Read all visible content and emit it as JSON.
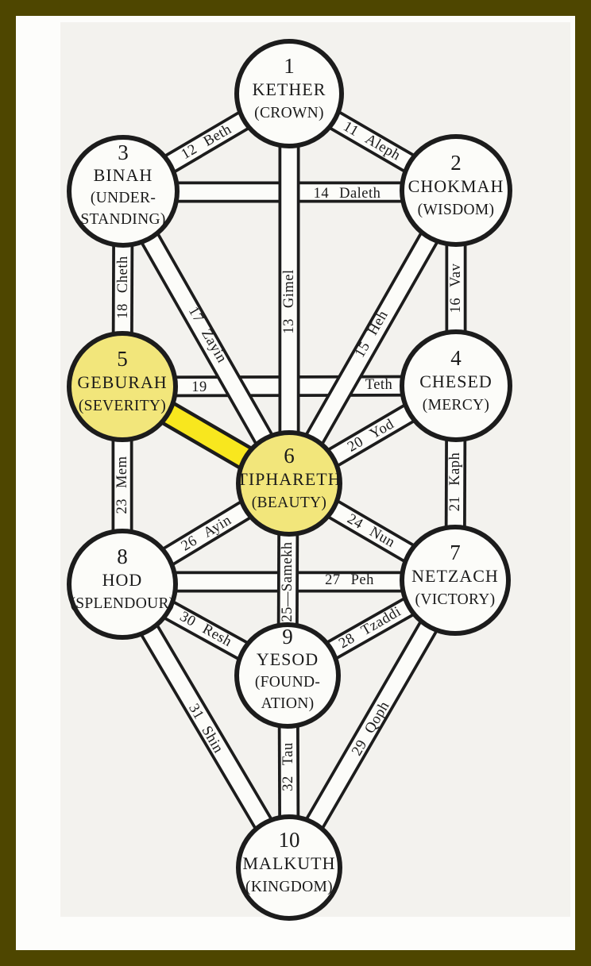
{
  "frame": {
    "border_color": "#4e4600",
    "page_color": "#fdfdfb",
    "scan_color": "#f3f2ee"
  },
  "colors": {
    "ink": "#1c1c1c",
    "band_fill": "#fcfcf9",
    "highlight_node_fill": "#f2e67b",
    "highlight_node_text": "#6d6712",
    "highlight_path_fill": "#f8e71e"
  },
  "sephiroth": [
    {
      "number": "1",
      "name": "KETHER",
      "lines": [
        "(CROWN)"
      ],
      "highlighted": false
    },
    {
      "number": "2",
      "name": "CHOKMAH",
      "lines": [
        "(WISDOM)"
      ],
      "highlighted": false
    },
    {
      "number": "3",
      "name": "BINAH",
      "lines": [
        "(UNDER-",
        "STANDING)"
      ],
      "highlighted": false
    },
    {
      "number": "4",
      "name": "CHESED",
      "lines": [
        "(MERCY)"
      ],
      "highlighted": false
    },
    {
      "number": "5",
      "name": "GEBURAH",
      "lines": [
        "(SEVERITY)"
      ],
      "highlighted": true
    },
    {
      "number": "6",
      "name": "TIPHARETH",
      "lines": [
        "(BEAUTY)"
      ],
      "highlighted": true
    },
    {
      "number": "7",
      "name": "NETZACH",
      "lines": [
        "(VICTORY)"
      ],
      "highlighted": false
    },
    {
      "number": "8",
      "name": "HOD",
      "lines": [
        "(SPLENDOUR)"
      ],
      "highlighted": false
    },
    {
      "number": "9",
      "name": "YESOD",
      "lines": [
        "(FOUND-",
        "ATION)"
      ],
      "highlighted": false
    },
    {
      "number": "10",
      "name": "MALKUTH",
      "lines": [
        "(KINGDOM)"
      ],
      "highlighted": false
    }
  ],
  "paths": [
    {
      "number": "11",
      "letter": "Aleph",
      "from": "Kether",
      "to": "Chokmah",
      "highlighted": false
    },
    {
      "number": "12",
      "letter": "Beth",
      "from": "Kether",
      "to": "Binah",
      "highlighted": false
    },
    {
      "number": "13",
      "letter": "Gimel",
      "from": "Kether",
      "to": "Tiphareth",
      "highlighted": false
    },
    {
      "number": "14",
      "letter": "Daleth",
      "from": "Binah",
      "to": "Chokmah",
      "highlighted": false
    },
    {
      "number": "15",
      "letter": "Heh",
      "from": "Chokmah",
      "to": "Tiphareth",
      "highlighted": false
    },
    {
      "number": "16",
      "letter": "Vav",
      "from": "Chokmah",
      "to": "Chesed",
      "highlighted": false
    },
    {
      "number": "17",
      "letter": "Zayin",
      "from": "Binah",
      "to": "Tiphareth",
      "highlighted": false
    },
    {
      "number": "18",
      "letter": "Cheth",
      "from": "Binah",
      "to": "Geburah",
      "highlighted": false
    },
    {
      "number": "19",
      "letter": "Teth",
      "from": "Geburah",
      "to": "Chesed",
      "highlighted": false
    },
    {
      "number": "20",
      "letter": "Yod",
      "from": "Chesed",
      "to": "Tiphareth",
      "highlighted": false
    },
    {
      "number": "21",
      "letter": "Kaph",
      "from": "Chesed",
      "to": "Netzach",
      "highlighted": false
    },
    {
      "number": "",
      "letter": "",
      "from": "Geburah",
      "to": "Tiphareth",
      "highlighted": true
    },
    {
      "number": "23",
      "letter": "Mem",
      "from": "Geburah",
      "to": "Hod",
      "highlighted": false
    },
    {
      "number": "24",
      "letter": "Nun",
      "from": "Tiphareth",
      "to": "Netzach",
      "highlighted": false
    },
    {
      "number": "25",
      "letter": "Samekh",
      "separator": "—",
      "from": "Tiphareth",
      "to": "Yesod",
      "highlighted": false
    },
    {
      "number": "26",
      "letter": "Ayin",
      "from": "Hod",
      "to": "Tiphareth",
      "highlighted": false
    },
    {
      "number": "27",
      "letter": "Peh",
      "from": "Hod",
      "to": "Netzach",
      "highlighted": false
    },
    {
      "number": "28",
      "letter": "Tzaddi",
      "from": "Yesod",
      "to": "Netzach",
      "highlighted": false
    },
    {
      "number": "29",
      "letter": "Qoph",
      "from": "Netzach",
      "to": "Malkuth",
      "highlighted": false
    },
    {
      "number": "30",
      "letter": "Resh",
      "from": "Hod",
      "to": "Yesod",
      "highlighted": false
    },
    {
      "number": "31",
      "letter": "Shin",
      "from": "Hod",
      "to": "Malkuth",
      "highlighted": false
    },
    {
      "number": "32",
      "letter": "Tau",
      "from": "Yesod",
      "to": "Malkuth",
      "highlighted": false
    }
  ]
}
